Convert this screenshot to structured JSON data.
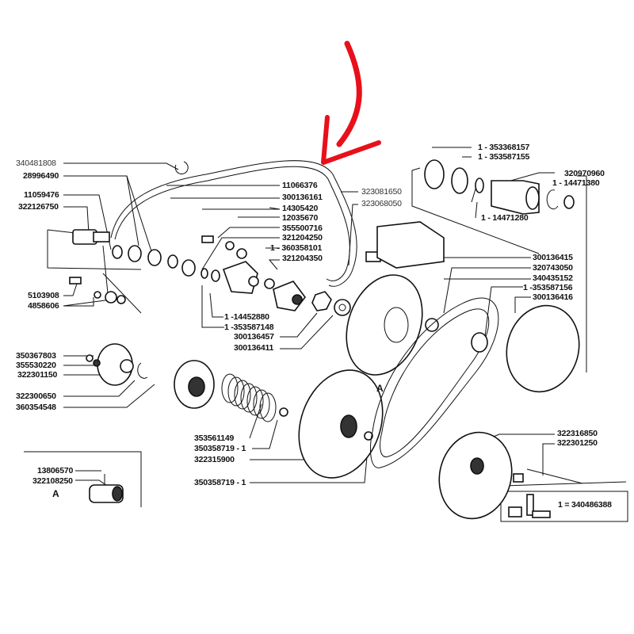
{
  "diagram": {
    "accent_color": "#e8101a",
    "annotation": "red-arrow-pointing-at-cable",
    "section_marker": "A",
    "labels": {
      "p340481808": "340481808",
      "p28996490": "28996490",
      "p11059476": "11059476",
      "p322126750": "322126750",
      "p5103908": "5103908",
      "p4858606": "4858606",
      "p11066376": "11066376",
      "p300136161": "300136161",
      "p14305420": "14305420",
      "p12035670": "12035670",
      "p355500716": "355500716",
      "p321204250": "321204250",
      "p360358101": "1 - 360358101",
      "p321204350": "321204350",
      "p323081650": "323081650",
      "p323068050": "323068050",
      "p14452880": "1 -14452880",
      "p353587148": "1 -353587148",
      "p300136457": "300136457",
      "p300136411": "300136411",
      "p353368157": "1 - 353368157",
      "p353587155": "1 - 353587155",
      "p320970960": "320970960",
      "p14471380": "1 - 14471380",
      "p14471280": "1 - 14471280",
      "p300136415": "300136415",
      "p320743050": "320743050",
      "p340435152": "340435152",
      "p353587156": "1 -353587156",
      "p300136416": "300136416",
      "p350367803": "350367803",
      "p355530220": "355530220",
      "p322301150": "322301150",
      "p322300650": "322300650",
      "p360354548": "360354548",
      "p353561149": "353561149",
      "p350358719a": "350358719 - 1",
      "p322315900": "322315900",
      "p350358719b": "350358719 - 1",
      "p13806570": "13806570",
      "p322108250": "322108250",
      "marker_a_left": "A",
      "marker_a_center": "A",
      "p322316850": "322316850",
      "p322301250": "322301250",
      "kit": "1 = 340486388"
    }
  }
}
